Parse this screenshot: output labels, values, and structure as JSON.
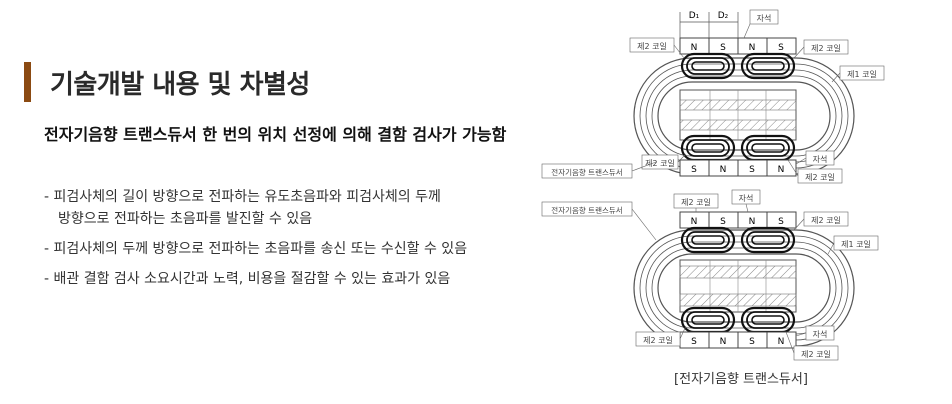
{
  "section": {
    "title": "기술개발 내용 및 차별성",
    "subtitle": "전자기음향 트랜스듀서 한 번의 위치 선정에 의해 결함 검사가 가능함",
    "bullets": [
      {
        "line1": "- 피검사체의 길이 방향으로 전파하는 유도초음파와 피검사체의 두께",
        "line2": "방향으로 전파하는 초음파를 발진할 수 있음"
      },
      {
        "line1": "- 피검사체의 두께 방향으로 전파하는 초음파를 송신 또는 수신할 수 있음",
        "line2": ""
      },
      {
        "line1": "- 배관 결함 검사 소요시간과 노력, 비용을 절감할 수 있는 효과가 있음",
        "line2": ""
      }
    ]
  },
  "figure": {
    "caption": "[전자기음향 트랜스듀서]",
    "labels": {
      "d1": "D₁",
      "d2": "D₂",
      "magnet": "자석",
      "coil2": "제2 코일",
      "coil1": "제1 코일",
      "transducer": "전자기음향 트랜스듀서",
      "n": "N",
      "s": "S"
    }
  }
}
